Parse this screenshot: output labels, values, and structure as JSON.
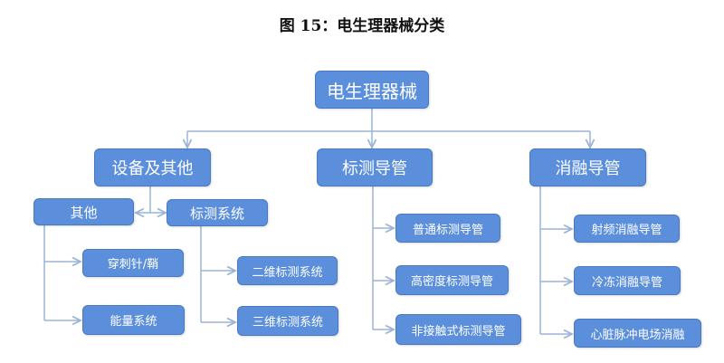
{
  "title": "图 15：电生理器械分类",
  "root": "电生理器械",
  "categories": {
    "equipment": {
      "label": "设备及其他",
      "other": {
        "label": "其他",
        "children": [
          "穿刺针/鞘",
          "能量系统"
        ]
      },
      "mapping_system": {
        "label": "标测系统",
        "children": [
          "二维标测系统",
          "三维标测系统"
        ]
      }
    },
    "mapping_catheter": {
      "label": "标测导管",
      "children": [
        "普通标测导管",
        "高密度标测导管",
        "非接触式标测导管"
      ]
    },
    "ablation_catheter": {
      "label": "消融导管",
      "children": [
        "射频消融导管",
        "冷冻消融导管",
        "心脏脉冲电场消融"
      ]
    }
  },
  "colors": {
    "box": "#5b8fdc",
    "line": "#9bb4d6"
  }
}
